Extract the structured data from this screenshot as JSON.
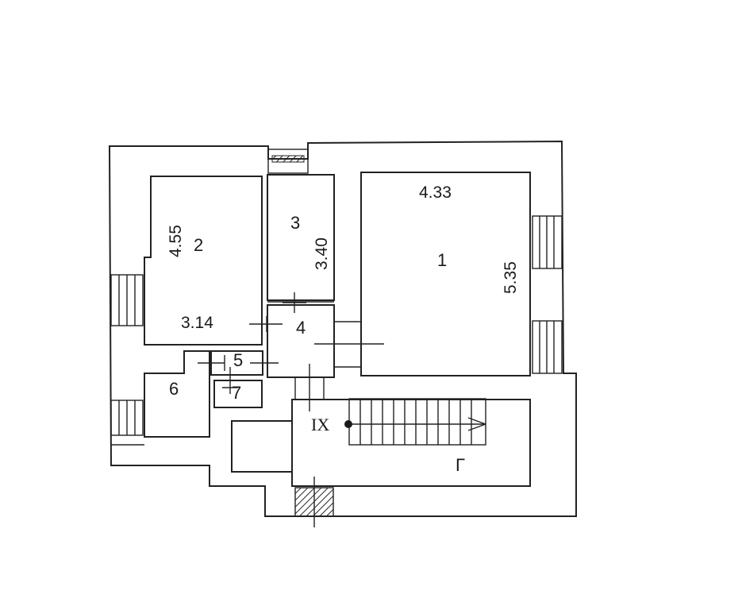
{
  "rooms": [
    {
      "id": "1",
      "label": "1",
      "dims": [
        "4.33",
        "5.35"
      ]
    },
    {
      "id": "2",
      "label": "2",
      "dims": [
        "4.55",
        "3.14"
      ]
    },
    {
      "id": "3",
      "label": "3",
      "dims": [
        "3.40"
      ]
    },
    {
      "id": "4",
      "label": "4"
    },
    {
      "id": "5",
      "label": "5"
    },
    {
      "id": "6",
      "label": "6"
    },
    {
      "id": "7",
      "label": "7"
    }
  ],
  "stair_section": "IX",
  "stair_letter": "Г"
}
